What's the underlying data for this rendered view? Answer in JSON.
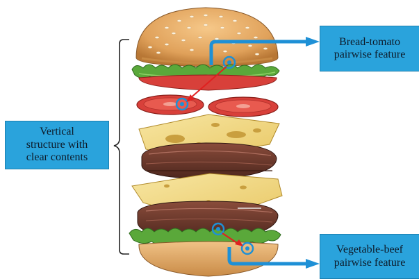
{
  "left_label": {
    "line1": "Vertical",
    "line2": "structure with",
    "line3": "clear contents"
  },
  "top_label": {
    "line1": "Bread-tomato",
    "line2": "pairwise feature"
  },
  "bottom_label": {
    "line1": "Vegetable-beef",
    "line2": "pairwise feature"
  },
  "colors": {
    "callout_fill": "#2aa3dc",
    "annotation_ring": "#1e90d6",
    "pair_arrow": "#e02020",
    "bun": "#e0a15a",
    "lettuce": "#5aa83a",
    "tomato": "#d8403a",
    "cheese": "#f2d880",
    "patty": "#6b3a2e"
  },
  "icons": [
    "brace-icon",
    "arrow-icon",
    "ring-marker-icon",
    "burger-illustration"
  ]
}
